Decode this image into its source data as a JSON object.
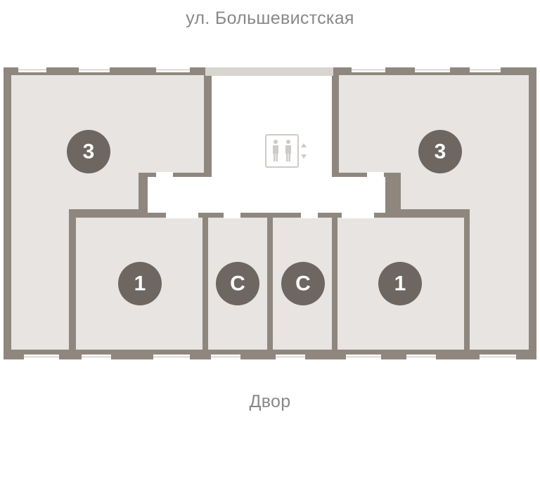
{
  "labels": {
    "street_top": "ул. Большевистская",
    "street_bottom": "Двор"
  },
  "apartments": [
    {
      "id": "apt-3-left",
      "rooms": "3"
    },
    {
      "id": "apt-3-right",
      "rooms": "3"
    },
    {
      "id": "apt-1-left",
      "rooms": "1"
    },
    {
      "id": "apt-studio-left",
      "rooms": "С"
    },
    {
      "id": "apt-studio-right",
      "rooms": "С"
    },
    {
      "id": "apt-1-right",
      "rooms": "1"
    }
  ],
  "icons": {
    "elevator": "elevator-icon"
  },
  "colors": {
    "wall": "#8f877e",
    "room_fill": "#e7e4e1",
    "badge": "#6e6660",
    "corridor": "#ffffff",
    "window": "#ffffff",
    "text": "#888888"
  }
}
